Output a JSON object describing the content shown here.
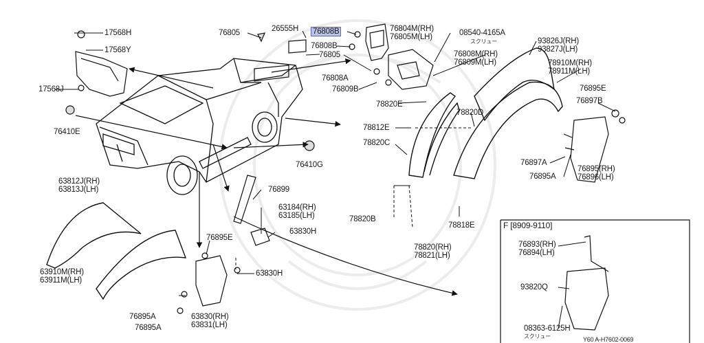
{
  "labels": {
    "l17568H": "17568H",
    "l17568Y": "17568Y",
    "l17568J": "17568J",
    "l76410E": "76410E",
    "l76805a": "76805",
    "l26555H": "26555H",
    "l76808B_hl": "76808B",
    "l76808B": "76808B",
    "l76805b": "76805",
    "l76808A": "76808A",
    "l76809B": "76809B",
    "l76804M": "76804M(RH)\n76805M(LH)",
    "l08540": "08540-4165A",
    "screw": "スクリュー",
    "l76808M": "76808M(RH)\n76809M(LH)",
    "l93826J": "93826J(RH)\n93827J(LH)",
    "l78910M": "78910M(RH)\n78911M(LH)",
    "l76895E_r": "76895E",
    "l76897B": "76897B",
    "l78820E": "78820E",
    "l78820D": "78820D",
    "l78812E": "78812E",
    "l78820C": "78820C",
    "l76410G": "76410G",
    "l76897A": "76897A",
    "l76895RH": "76895(RH)\n76896(LH)",
    "l76895A_r": "76895A",
    "l76899": "76899",
    "l63812J": "63812J(RH)\n63813J(LH)",
    "l63184": "63184(RH)\n63185(LH)",
    "l78820B": "78820B",
    "l78818E": "78818E",
    "l63830H_a": "63830H",
    "l76895E_l": "76895E",
    "l78820RH": "78820(RH)\n78821(LH)",
    "l63830H_b": "63830H",
    "l63910M": "63910M(RH)\n63911M(LH)",
    "l76895A_l1": "76895A",
    "l76895A_l2": "76895A",
    "l63830RH": "63830(RH)\n63831(LH)"
  },
  "inset": {
    "title": "F [8909-9110]",
    "l76893": "76893(RH)\n76894(LH)",
    "l93820Q": "93820Q",
    "l08363": "08363-6125H",
    "code": "Y60 A-H7602-0069"
  },
  "colors": {
    "highlight": "#b9c3e8",
    "line": "#111111"
  }
}
